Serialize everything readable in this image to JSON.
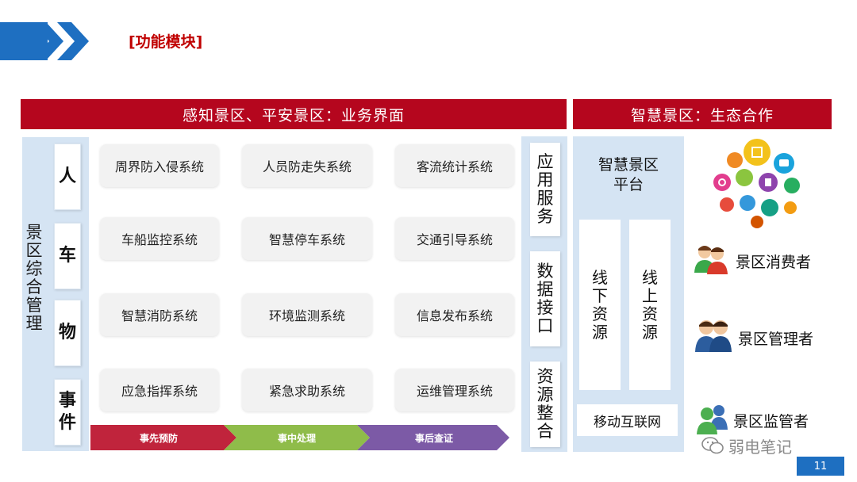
{
  "header": {
    "section_title": "[功能模块]"
  },
  "banners": {
    "left": "感知景区、平安景区：业务界面",
    "right": "智慧景区：生态合作"
  },
  "left_column": {
    "vertical_label": "景区综合管理",
    "categories": [
      "人",
      "车",
      "物",
      "事件"
    ]
  },
  "systems": [
    [
      "周界防入侵系统",
      "人员防走失系统",
      "客流统计系统"
    ],
    [
      "车船监控系统",
      "智慧停车系统",
      "交通引导系统"
    ],
    [
      "智慧消防系统",
      "环境监测系统",
      "信息发布系统"
    ],
    [
      "应急指挥系统",
      "紧急求助系统",
      "运维管理系统"
    ]
  ],
  "process": [
    "事先预防",
    "事中处理",
    "事后查证"
  ],
  "process_colors": [
    "#c0243c",
    "#8fbc4a",
    "#7c5aa6"
  ],
  "middle_column": [
    "应用服务",
    "数据接口",
    "资源整合"
  ],
  "platform": {
    "title": "智慧景区平台",
    "resources": [
      "线下资源",
      "线上资源"
    ],
    "mobile": "移动互联网"
  },
  "stakeholders": [
    "景区消费者",
    "景区管理者",
    "景区监管者"
  ],
  "watermark": "弱电笔记",
  "page_number": "11",
  "colors": {
    "banner_red": "#b5061e",
    "light_blue": "#d5e4f3",
    "accent_blue": "#1e6fc1",
    "title_red": "#c00000"
  }
}
